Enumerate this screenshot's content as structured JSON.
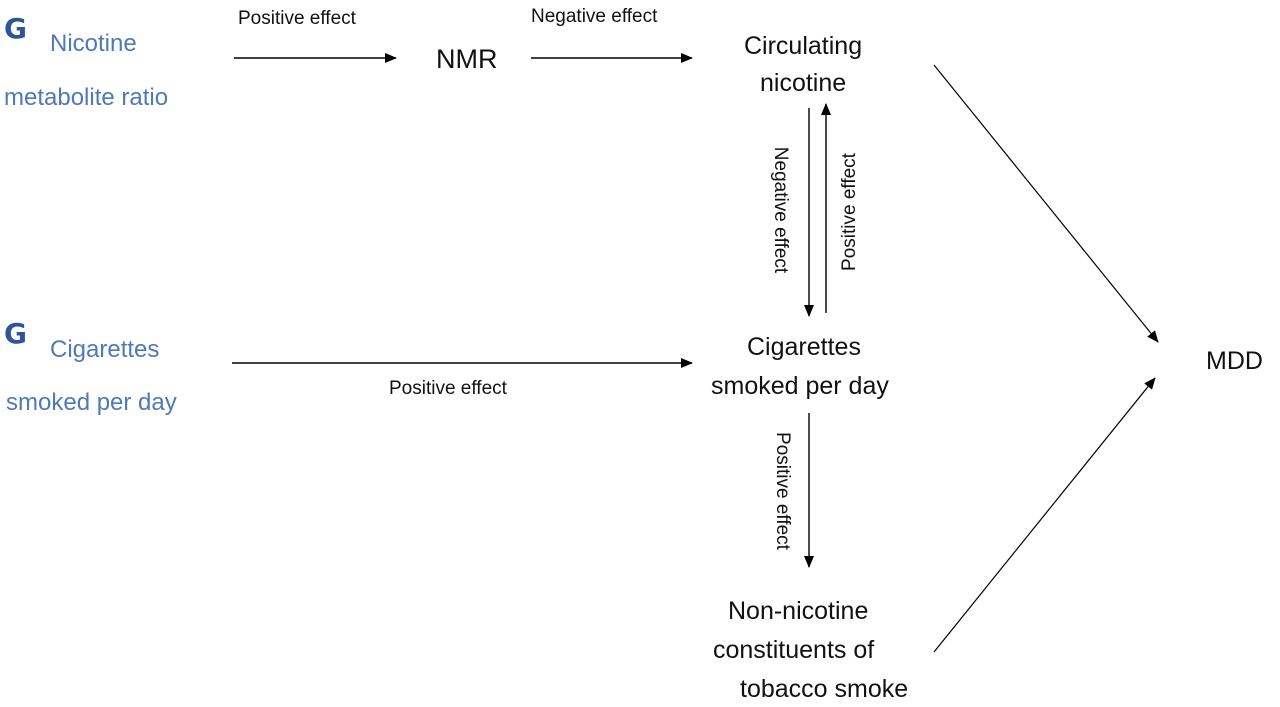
{
  "genetic_instruments": [
    {
      "marker": "G",
      "lines": [
        "Nicotine",
        "metabolite ratio"
      ]
    },
    {
      "marker": "G",
      "lines": [
        "Cigarettes",
        "smoked per day"
      ]
    }
  ],
  "nodes": {
    "nmr": "NMR",
    "circulating": [
      "Circulating",
      "nicotine"
    ],
    "cpd": [
      "Cigarettes",
      "smoked per day"
    ],
    "nonnicotine": [
      "Non-nicotine",
      "constituents of",
      "tobacco smoke"
    ],
    "mdd": "MDD"
  },
  "edges": {
    "g1_to_nmr": "Positive effect",
    "nmr_to_circ": "Negative effect",
    "circ_to_cpd": "Negative effect",
    "cpd_to_circ": "Positive effect",
    "g2_to_cpd": "Positive effect",
    "cpd_to_nonnic": "Positive effect"
  }
}
